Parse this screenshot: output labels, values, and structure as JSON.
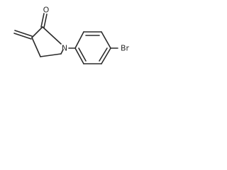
{
  "molecule": {
    "atoms": {
      "oxygen": "O",
      "nitrogen": "N",
      "bromine": "Br"
    }
  }
}
